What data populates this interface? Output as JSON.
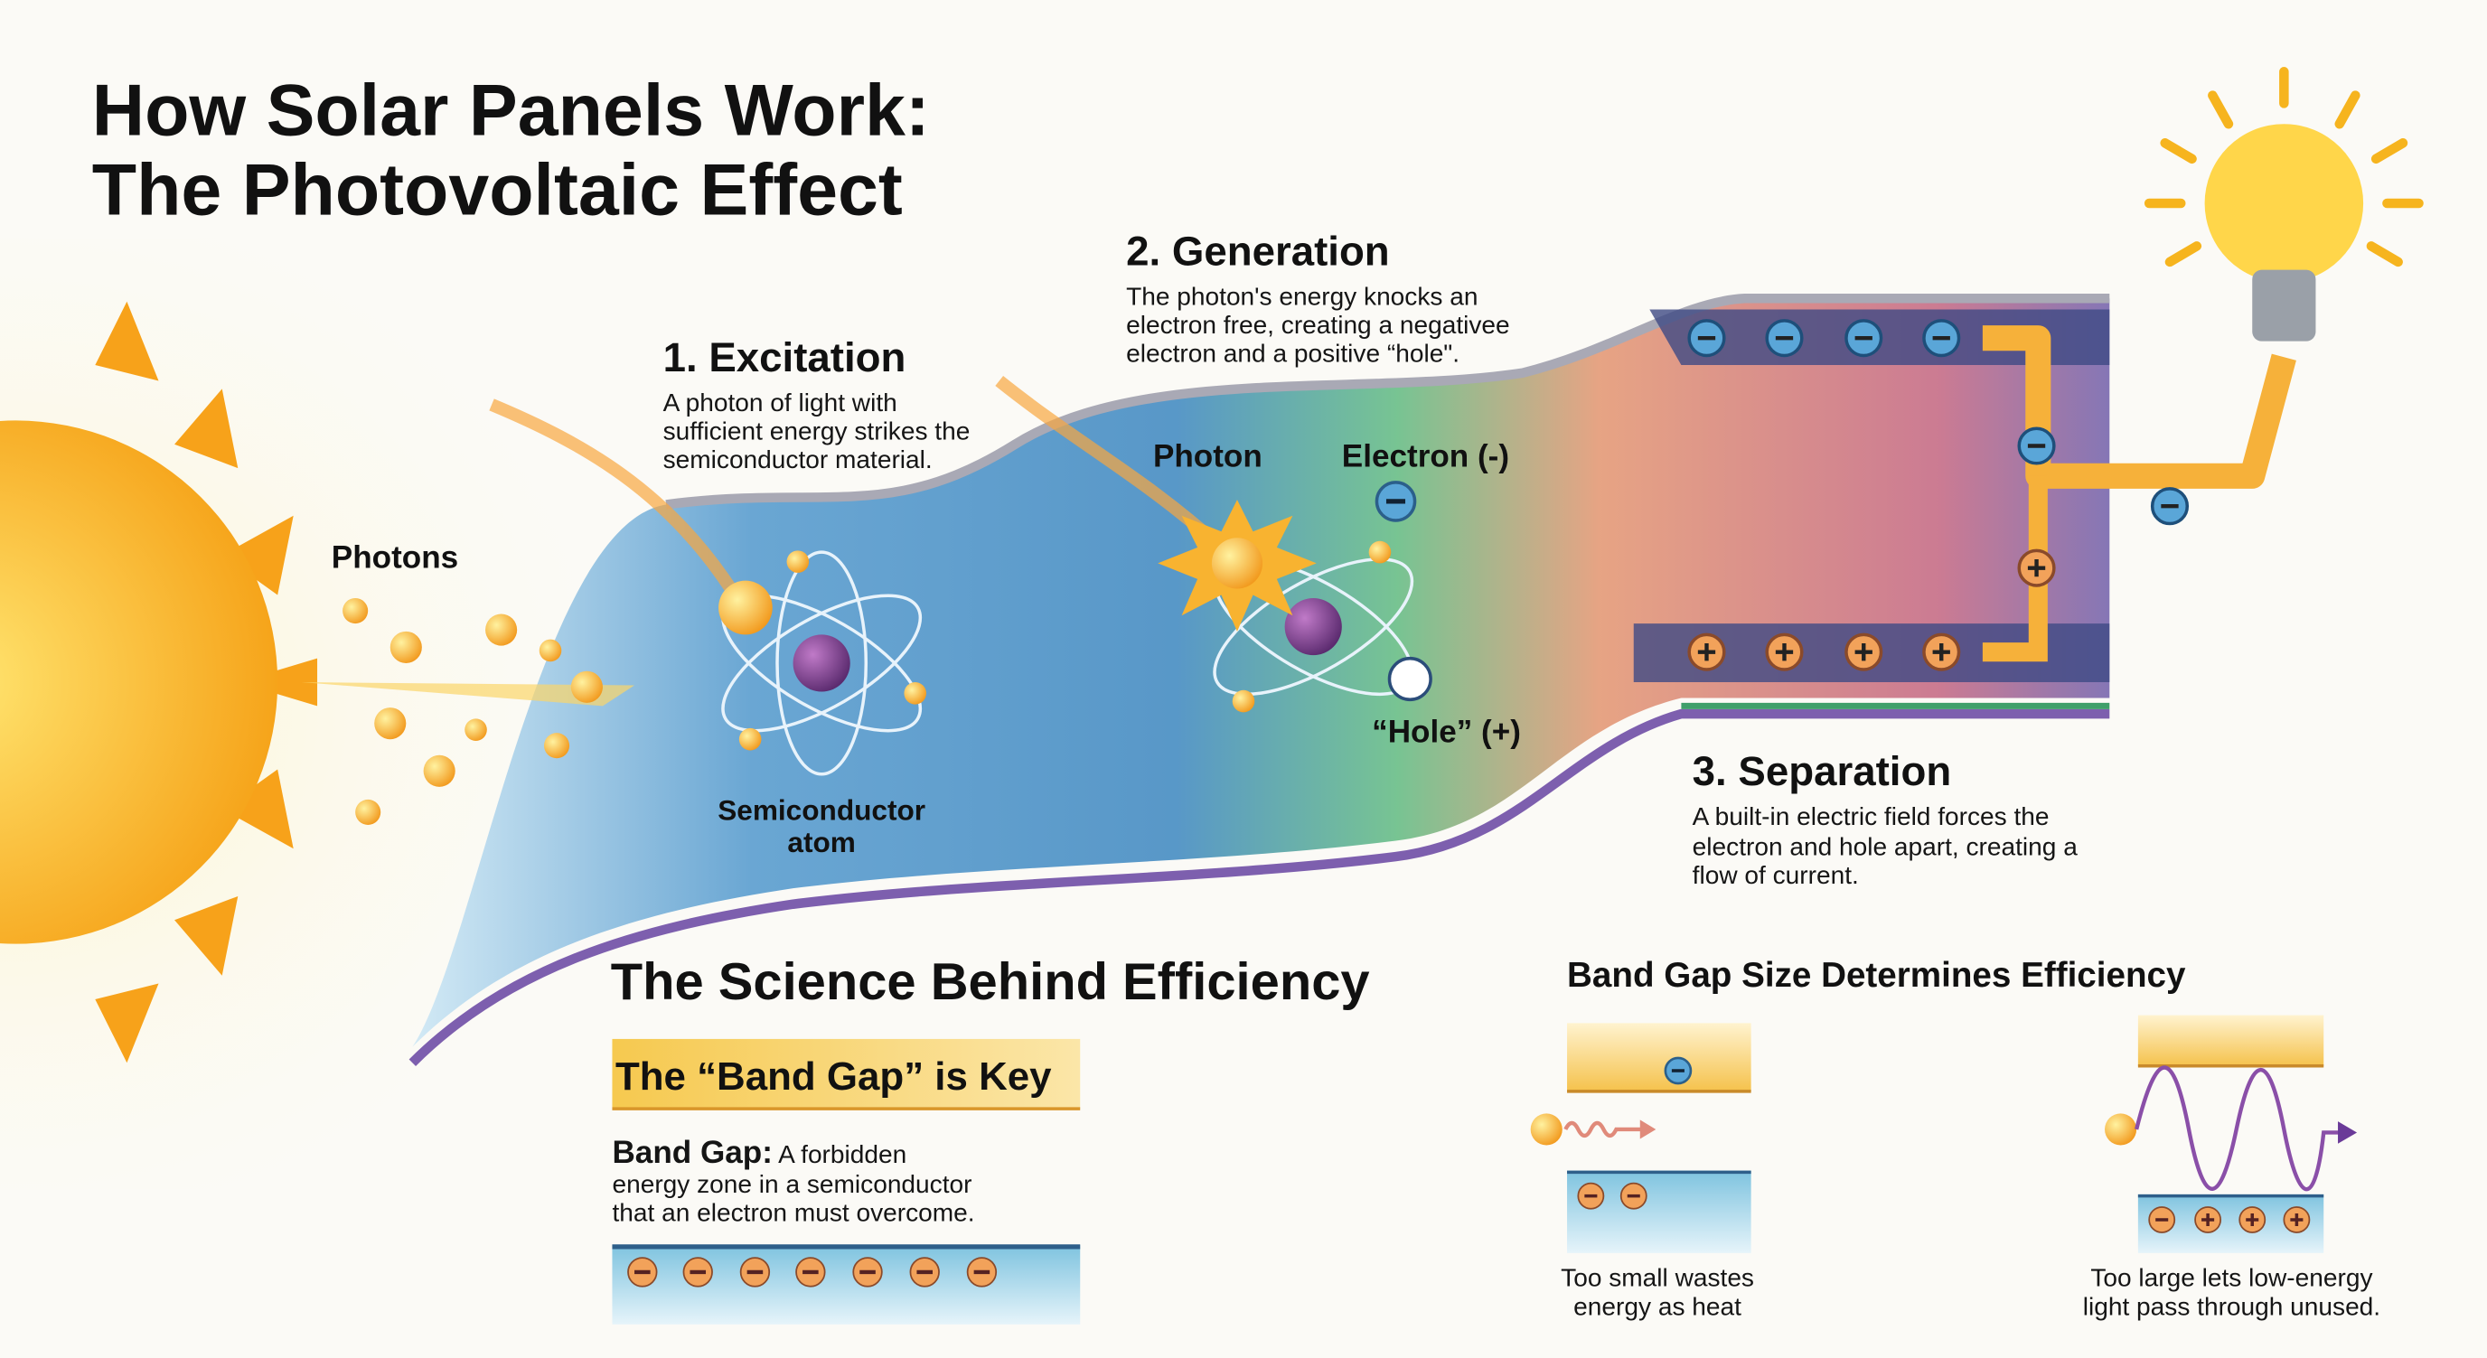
{
  "title": {
    "line1": "How Solar Panels Work:",
    "line2": "The Photovoltaic Effect"
  },
  "labels": {
    "photons": "Photons",
    "photon": "Photon",
    "electron": "Electron (-)",
    "hole": "“Hole” (+)",
    "atom_line1": "Semiconductor",
    "atom_line2": "atom"
  },
  "steps": [
    {
      "title": "1. Excitation",
      "lines": [
        "A photon of light with",
        "sufficient energy strikes the",
        "semiconductor material."
      ]
    },
    {
      "title": "2. Generation",
      "lines": [
        "The photon's energy knocks an",
        "electron free, creating a negativee",
        "electron and a positive “hole\"."
      ]
    },
    {
      "title": "3. Separation",
      "lines": [
        "A built-in electric field forces the",
        "electron and hole apart, creating a",
        "flow of current."
      ]
    }
  ],
  "science": {
    "heading": "The Science Behind Efficiency",
    "key_box": "The “Band Gap” is Key",
    "term": "Band Gap:",
    "definition_lines": [
      " A forbidden",
      "energy zone in a semiconductor",
      "that an electron must overcome."
    ]
  },
  "efficiency": {
    "heading": "Band Gap Size Determines Efficiency",
    "small_caption": [
      "Too small wastes",
      "energy as heat"
    ],
    "large_caption": [
      "Too large lets low-energy",
      "light pass through unused."
    ]
  },
  "colors": {
    "electron": "#5aa6d8",
    "hole": "#f2a25a",
    "sun": "#f7b21e",
    "band_yellow": "#f5c24c",
    "band_blue": "#7ec3df"
  }
}
